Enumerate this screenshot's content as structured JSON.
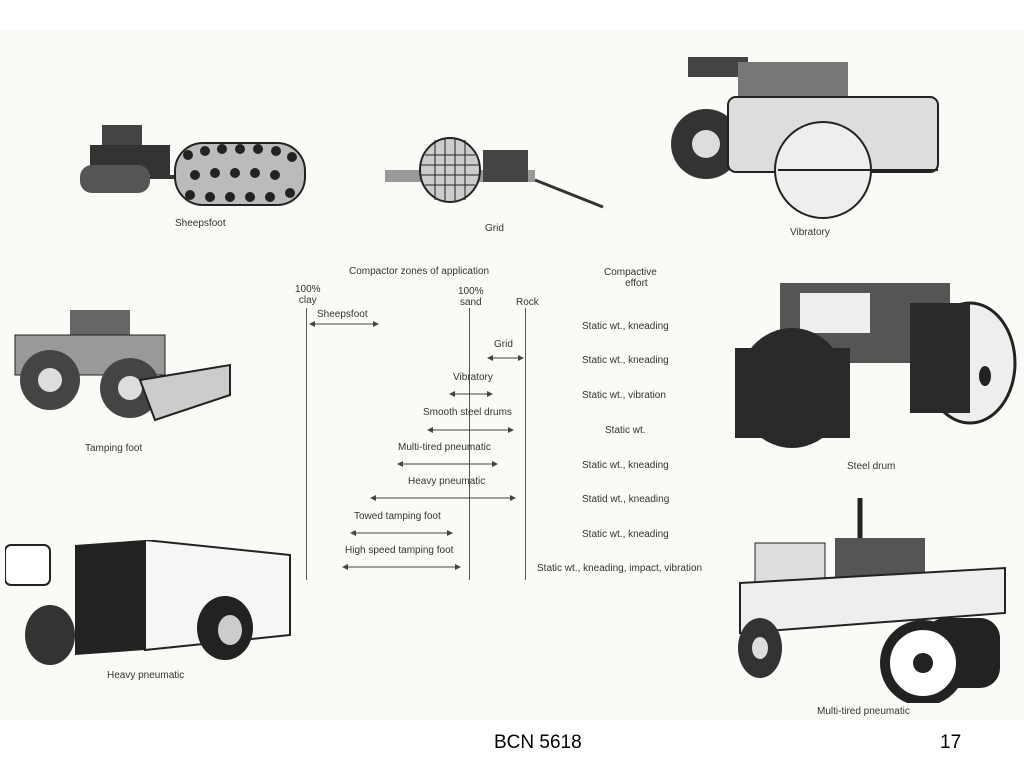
{
  "machines": {
    "sheepsfoot": "Sheepsfoot",
    "grid": "Grid",
    "vibratory": "Vibratory",
    "tamping_foot": "Tamping foot",
    "steel_drum": "Steel drum",
    "heavy_pneumatic": "Heavy pneumatic",
    "multi_tired_pneumatic": "Multi-tired pneumatic"
  },
  "diagram": {
    "title": "Compactor zones of application",
    "effort_header_1": "Compactive",
    "effort_header_2": "effort",
    "axis_clay_1": "100%",
    "axis_clay_2": "clay",
    "axis_sand_1": "100%",
    "axis_sand_2": "sand",
    "axis_rock": "Rock",
    "rows": [
      {
        "zone": "Sheepsfoot",
        "effort": "Static wt., kneading"
      },
      {
        "zone": "Grid",
        "effort": "Static wt., kneading"
      },
      {
        "zone": "Vibratory",
        "effort": "Static wt., vibration"
      },
      {
        "zone": "Smooth steel drums",
        "effort": "Static wt."
      },
      {
        "zone": "Multi-tired pneumatic",
        "effort": "Static wt., kneading"
      },
      {
        "zone": "Heavy pneumatic",
        "effort": "Statid wt., kneading"
      },
      {
        "zone": "Towed tamping foot",
        "effort": "Static wt., kneading"
      },
      {
        "zone": "High speed tamping foot",
        "effort": "Static wt., kneading, impact, vibration"
      }
    ]
  },
  "footer": {
    "course": "BCN 5618",
    "page": "17"
  },
  "colors": {
    "line": "#555555",
    "machine_dark": "#2a2a2a",
    "machine_light": "#e8e6e0"
  }
}
